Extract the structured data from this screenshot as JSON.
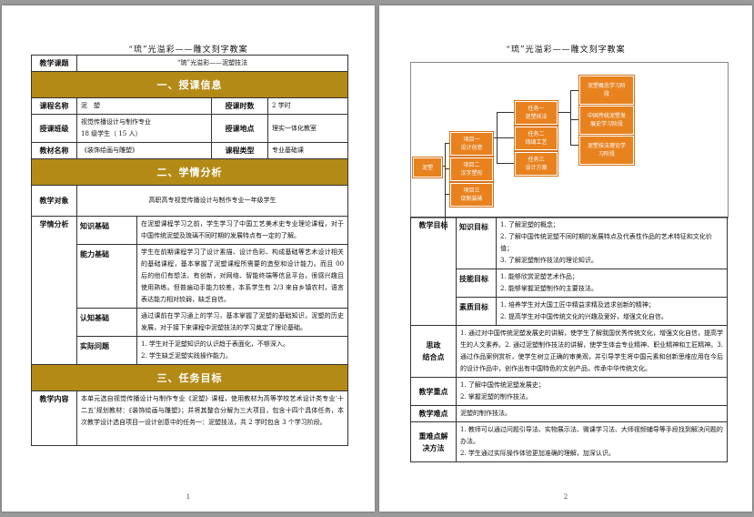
{
  "header": "“琉”光溢彩——雕文刻字教案",
  "page1": {
    "page_number": "1",
    "course_topic_label": "教学课题",
    "course_topic": "“琉”光溢彩——泥塑技法",
    "sec1": "一、授课信息",
    "course_name_label": "课程名称",
    "course_name": "泥　塑",
    "hours_label": "授课时数",
    "hours": "2 学时",
    "class_label": "授课班级",
    "class_line1": "视觉传播设计与制作专业",
    "class_line2": "18 级学生（ 15 人）",
    "place_label": "授课地点",
    "place": "理实一体化教室",
    "textbook_label": "教材名称",
    "textbook": "《装饰绘画与雕塑》",
    "type_label": "课程类型",
    "type": "专业基础课",
    "sec2": "二、学情分析",
    "object_label": "教学对象",
    "object": "高职高专视觉传播设计与制作专业一年级学生",
    "analysis_label": "学情分析",
    "knowledge_label": "知识基础",
    "knowledge": "在泥塑课程学习之前，学生学习了中国工艺美术史专业理论课程，对于中国传统泥塑及琉璃不同时期的发展特点有一定的了解。",
    "ability_label": "能力基础",
    "ability": "学生在前期课程学习了设计素描、设计色彩、构成基础等艺术设计相关的基础课程，基本掌握了泥塑课程所需要的造型和设计能力。而且 00 后的他们有想法、有创新，对网络、智能终端等信息平台，很感兴趣且使用熟练。但普遍动手能力较差，本系学生有 2/3 来自乡镇农村，语言表达能力相对较弱，缺乏自信。",
    "cognition_label": "认知基础",
    "cognition": "通过课前在学习通上的学习，基本掌握了泥塑的基础知识，泥塑的历史发展，对于接下来课程中泥塑技法的学习奠定了理论基础。",
    "problem_label": "实际问题",
    "problems": [
      "1. 学生对于泥塑知识的认识趋于表面化，不够深入。",
      "2. 学生缺乏泥塑实践操作能力。"
    ],
    "sec3": "三、任务目标",
    "content_label": "教学内容",
    "content": "本单元选自视觉传播设计与制作专业《泥塑》课程，使用教材为高等学校艺术设计类专业‘十二五’规划教材：《装饰绘画与雕塑》；并将其整合分解为三大项目，包含十四个具体任务，本次教学设计选自项目一设计创意中的任务一：泥塑技法，共 2 学时包含 3 个学习阶段。"
  },
  "page2": {
    "page_number": "2",
    "diagram": {
      "root": "泥塑",
      "project1": [
        "项目一",
        "设计创意"
      ],
      "project2": [
        "项目二",
        "汉字塑形"
      ],
      "project3": [
        "项目三",
        "烧制装裱"
      ],
      "task1": [
        "任务一",
        "泥塑技法"
      ],
      "task2": [
        "任务二",
        "琉璃工艺"
      ],
      "task3": [
        "任务三",
        "设计方案"
      ],
      "stage1": [
        "泥塑概念学习阶",
        "段"
      ],
      "stage2": [
        "中国传统泥塑发",
        "展史学习阶段"
      ],
      "stage3": [
        "泥塑技法理论学",
        "习阶段"
      ]
    },
    "goal_label": "教学目标",
    "know_goal_label": "知识目标",
    "know_goals": [
      "1. 了解泥塑的概念；",
      "2. 了解中国传统泥塑不同时期的发展特点及代表性作品的艺术特征和文化价值；",
      "3. 了解泥塑制作技法的理论知识。"
    ],
    "skill_goal_label": "技能目标",
    "skill_goals": [
      "1. 能够欣赏泥塑艺术作品；",
      "2. 能够掌握泥塑制作的主要技法。"
    ],
    "quality_goal_label": "素质目标",
    "quality_goals": [
      "1. 培养学生对大国工匠中精益求精及追求创新的精神；",
      "2. 提高学生对中国传统文化的兴趣及爱好，增强文化自信。"
    ],
    "ideology_label_1": "思政",
    "ideology_label_2": "结合点",
    "ideology": "1. 通过对中国传统泥塑发展史的讲解，使学生了解我国优秀传统文化，增强文化自信，提高学生的人文素养。2. 通过泥塑制作技法的讲解，使学生体会专业精神、职业精神和工匠精神。3. 通过作品案例赏析，使学生树立正确的审美观，并引导学生将中国元素和创新思维应用在今后的设计作品中，创作出有中国特色的文创产品，传承中华传统文化。",
    "key_label": "教学重点",
    "keys": [
      "1. 了解中国传统泥塑发展史；",
      "2. 掌握泥塑的制作技法。"
    ],
    "difficulty_label": "教学难点",
    "difficulty": "泥塑的制作技法。",
    "solution_label_1": "重难点解",
    "solution_label_2": "决方法",
    "solutions": [
      "1. 教师可以通过问题引导法、实物展示法、微课学习法、大师视频辅导等手段找到解决问题的办法。",
      "2. 学生通过实际操作体验更加准确的理解，加深认识。"
    ]
  }
}
